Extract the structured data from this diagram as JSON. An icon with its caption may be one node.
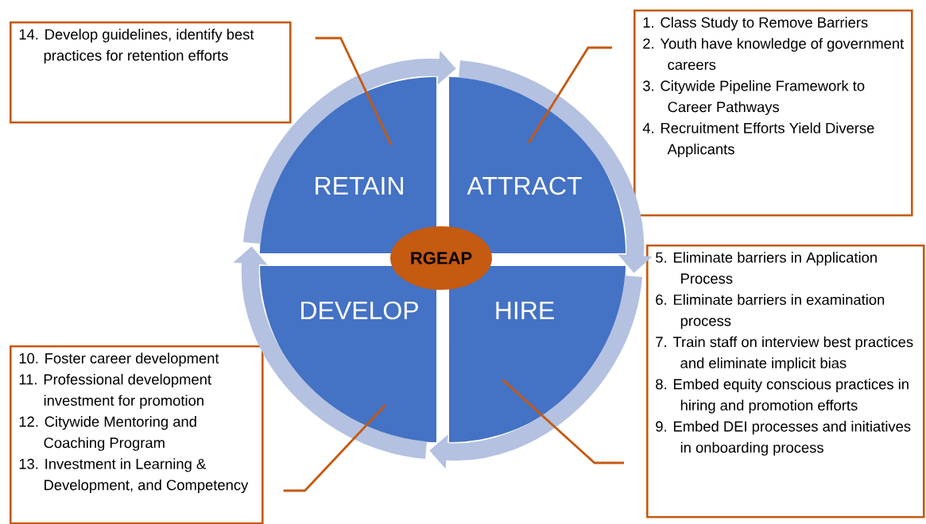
{
  "diagram": {
    "nodes": [
      {
        "text": [
          "RETAIN"
        ]
      },
      {
        "text": [
          "ATTRACT"
        ]
      },
      {
        "text": [
          "HIRE"
        ]
      },
      {
        "text": [
          "DEVELOP"
        ]
      },
      {
        "text": [
          "RGEAP"
        ]
      },
      {
        "text": [
          "14. Develop guidelines, identify best practices for retention efforts"
        ]
      },
      {
        "text": [
          "1. Class Study to Remove Barriers",
          "2. Youth have knowledge of government careers",
          "3. Citywide Pipeline Framework to Career Pathways",
          "4. Recruitment Efforts Yield Diverse Applicants"
        ]
      },
      {
        "text": [
          "5. Eliminate barriers in Application Process",
          "6. Eliminate barriers in examination process",
          "7. Train staff on interview best practices and eliminate implicit bias",
          "8. Embed equity conscious practices in hiring and promotion efforts",
          "9. Embed DEI processes and initiatives in onboarding process"
        ]
      },
      {
        "text": [
          "10. Foster career development",
          "11. Professional development investment for promotion",
          "12. Citywide Mentoring and Coaching Program",
          "13. Investment in Learning & Development, and Competency"
        ]
      }
    ],
    "edges": [
      {
        "from": 0,
        "to": 1,
        "arrow": "to",
        "style": "thick",
        "color": "#b4c1e0"
      },
      {
        "from": 1,
        "to": 2,
        "arrow": "to",
        "style": "thick",
        "color": "#b4c1e0"
      },
      {
        "from": 2,
        "to": 3,
        "arrow": "to",
        "style": "thick",
        "color": "#b4c1e0"
      },
      {
        "from": 3,
        "to": 0,
        "arrow": "to",
        "style": "thick",
        "color": "#b4c1e0"
      },
      {
        "from": 5,
        "to": 0,
        "arrow": "none",
        "color": "#c55a11"
      },
      {
        "from": 6,
        "to": 1,
        "arrow": "none",
        "color": "#c55a11"
      },
      {
        "from": 7,
        "to": 2,
        "arrow": "none",
        "color": "#c55a11"
      },
      {
        "from": 8,
        "to": 3,
        "arrow": "none",
        "color": "#c55a11"
      }
    ]
  }
}
